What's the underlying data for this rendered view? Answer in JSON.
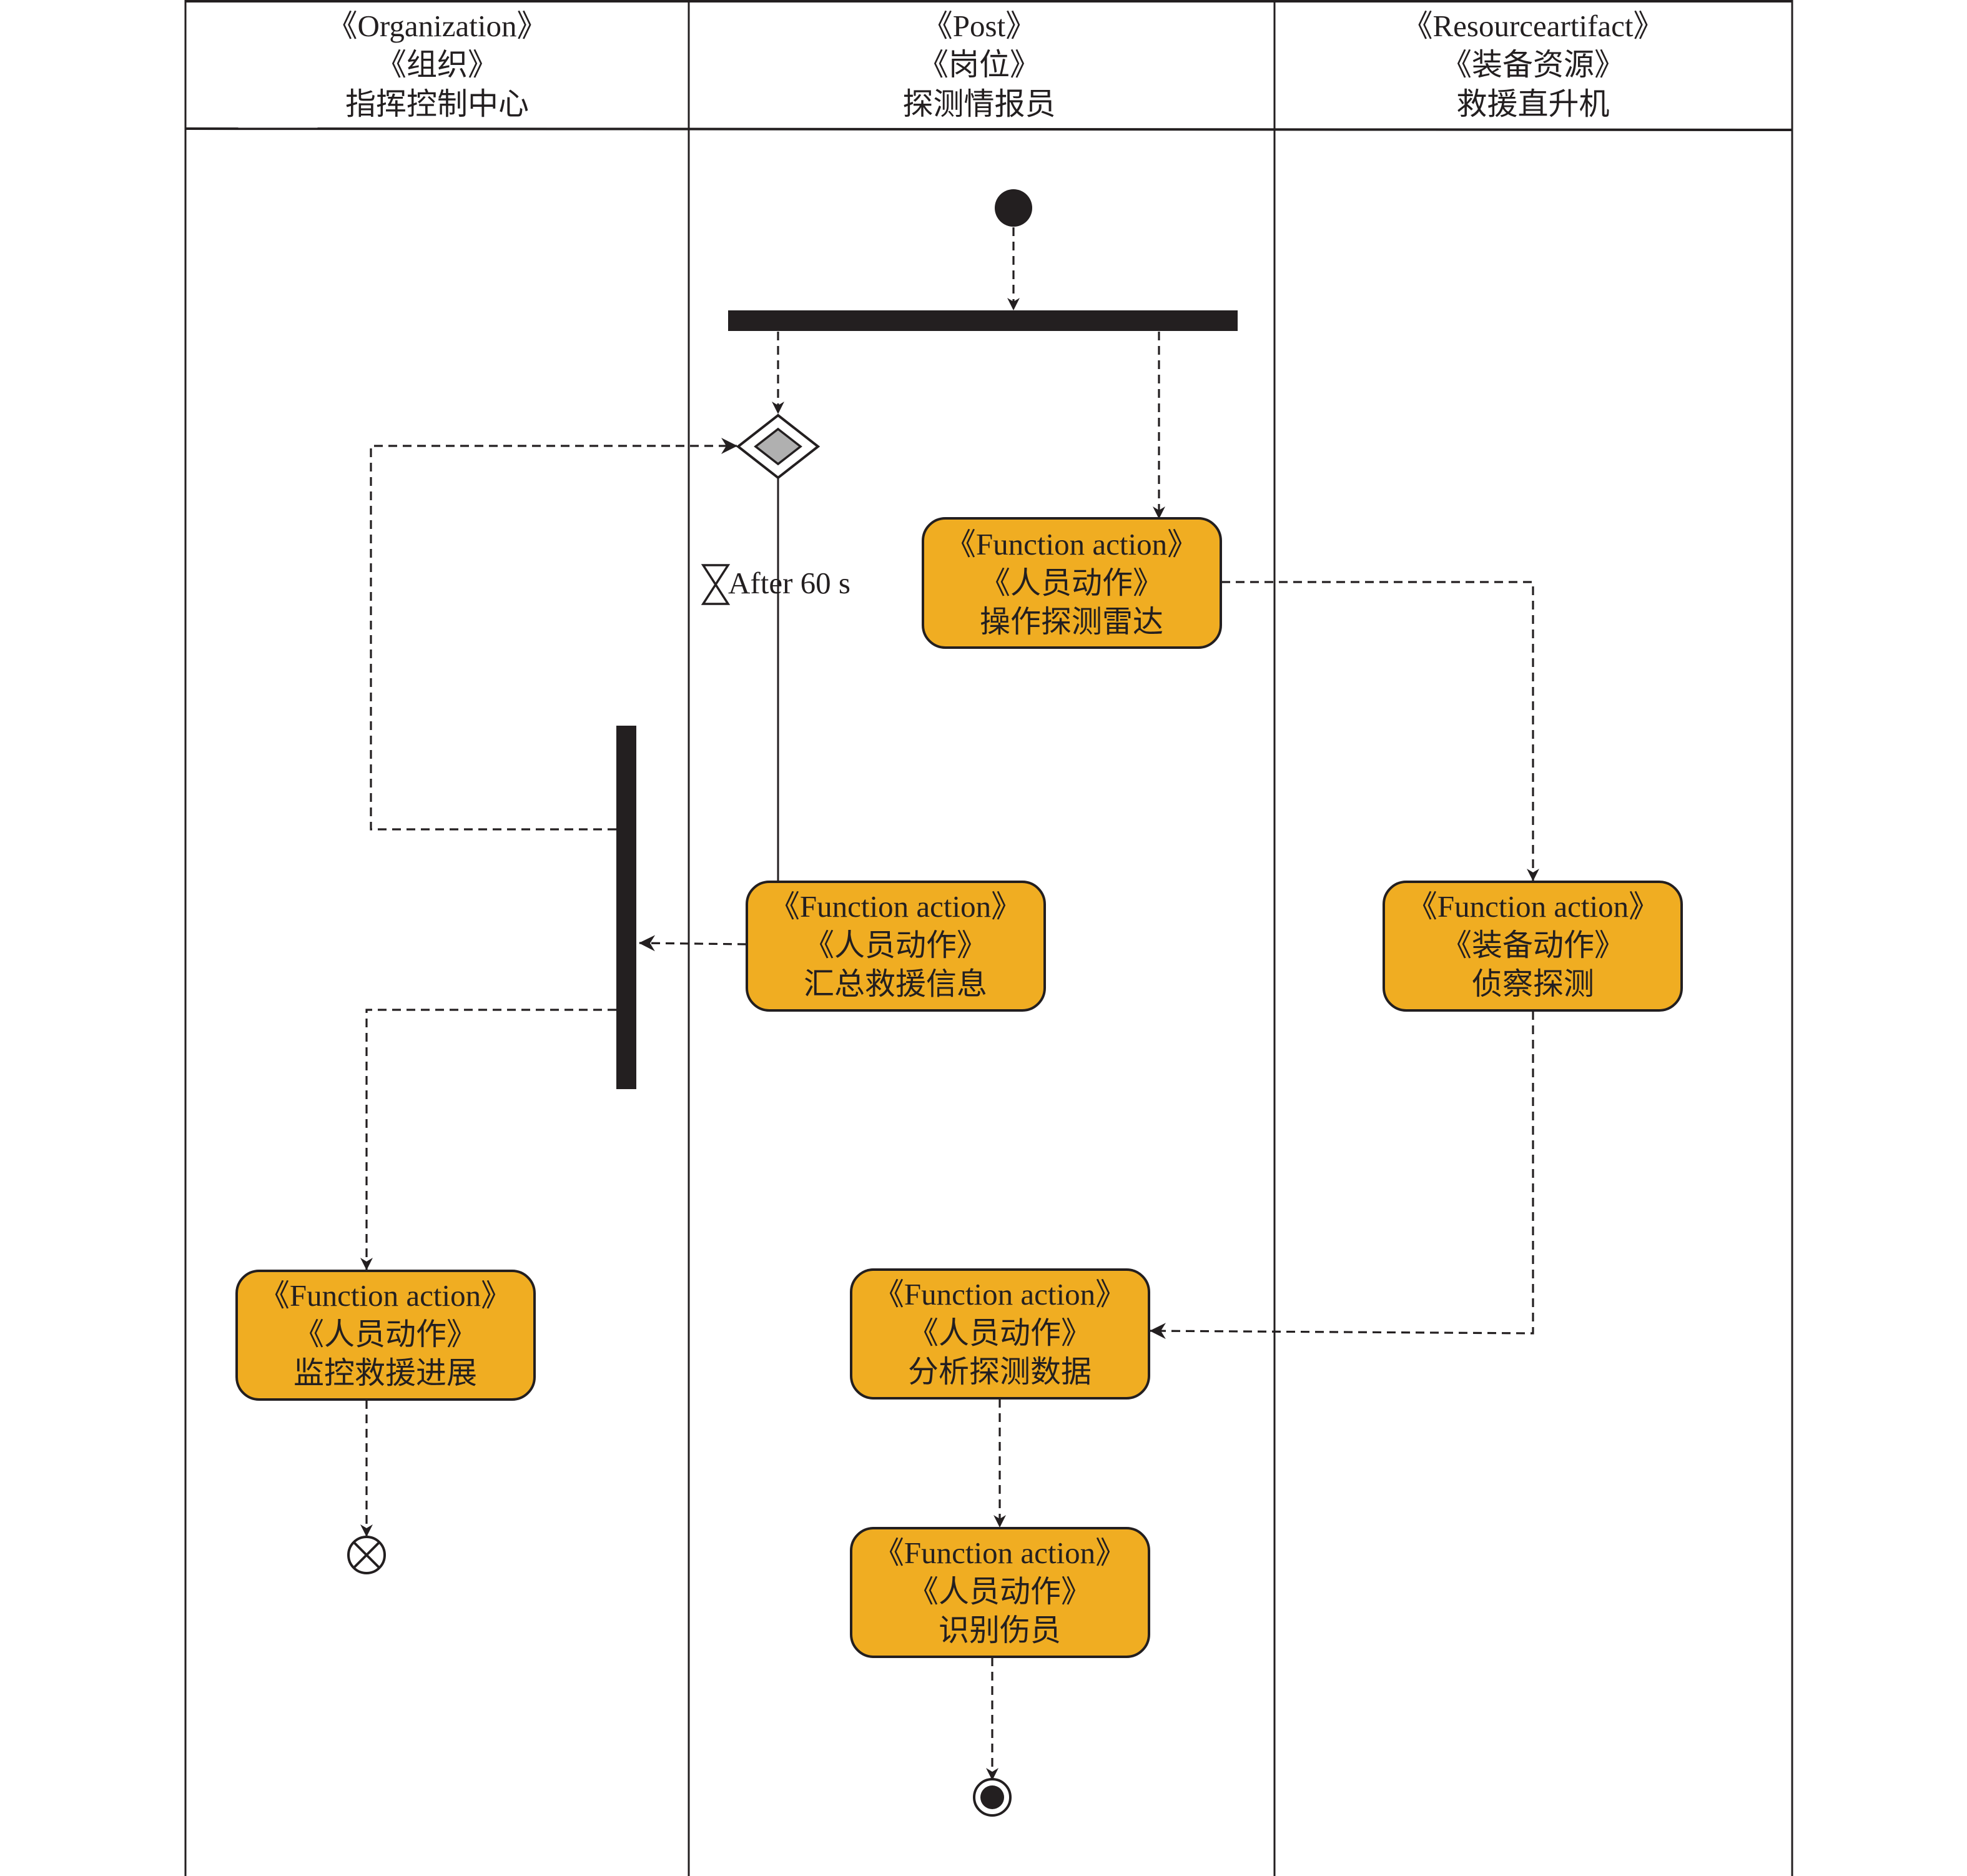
{
  "diagram": {
    "type": "UML activity diagram (swimlanes)",
    "colors": {
      "action_fill": "#f0ad22",
      "line": "#231f20",
      "decision_fill": "#b0b0b0",
      "background": "#ffffff"
    },
    "lanes": [
      {
        "stereotype_en": "《Organization》",
        "stereotype_cn": "《组织》",
        "name": "指挥控制中心"
      },
      {
        "stereotype_en": "《Post》",
        "stereotype_cn": "《岗位》",
        "name": "探测情报员"
      },
      {
        "stereotype_en": "《Resourceartifact》",
        "stereotype_cn": "《装备资源》",
        "name": "救援直升机"
      }
    ],
    "actions": [
      {
        "id": "operate-radar",
        "lane": 1,
        "stereotype_en": "《Function action》",
        "stereotype_cn": "《人员动作》",
        "name": "操作探测雷达"
      },
      {
        "id": "summarize-rescue-info",
        "lane": 1,
        "stereotype_en": "《Function action》",
        "stereotype_cn": "《人员动作》",
        "name": "汇总救援信息"
      },
      {
        "id": "recon-detect",
        "lane": 2,
        "stereotype_en": "《Function action》",
        "stereotype_cn": "《装备动作》",
        "name": "侦察探测"
      },
      {
        "id": "monitor-rescue",
        "lane": 0,
        "stereotype_en": "《Function action》",
        "stereotype_cn": "《人员动作》",
        "name": "监控救援进展"
      },
      {
        "id": "analyze-data",
        "lane": 1,
        "stereotype_en": "《Function action》",
        "stereotype_cn": "《人员动作》",
        "name": "分析探测数据"
      },
      {
        "id": "identify-casualties",
        "lane": 1,
        "stereotype_en": "《Function action》",
        "stereotype_cn": "《人员动作》",
        "name": "识别伤员"
      }
    ],
    "timer_label": "After 60 s",
    "nodes": {
      "initial": "initial-node",
      "fork_top": "fork-bar",
      "decision": "merge-decision-node",
      "fork_left": "fork-join-bar",
      "flow_final": "flow-final-node",
      "activity_final": "activity-final-node"
    }
  }
}
